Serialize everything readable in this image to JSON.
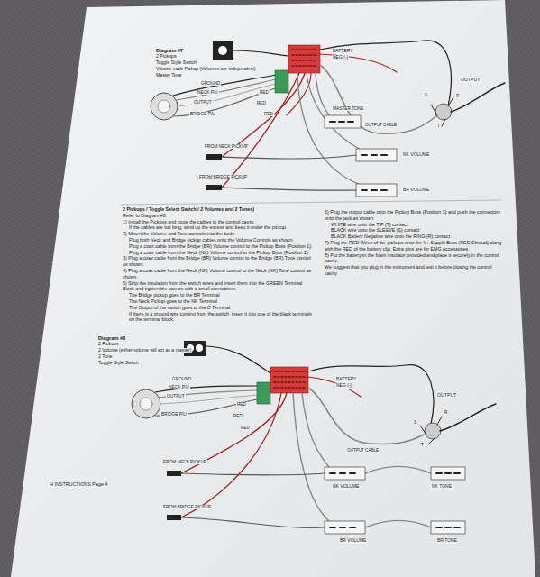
{
  "diagram": {
    "labels": [
      "Diagram #7",
      "2 Pickups",
      "Toggle Style Switch",
      "Volume each Pickup (Volumes are independent)",
      "Master Tone",
      "GROUND",
      "NECK P/U",
      "OUTPUT",
      "BRIDGE P/U",
      "RED",
      "RED",
      "RED",
      "BATTERY",
      "NEG (-)",
      "MASTER TONE",
      "OUTPUT CABLE",
      "OUTPUT",
      "S",
      "R",
      "T",
      "FROM NECK PICKUP",
      "NK VOLUME",
      "FROM BRIDGE PICKUP",
      "BR VOLUME",
      "2 Pickups / Toggle Select Switch / 2 Volumes and 2 Tones)",
      "Refer to Diagram #8",
      "1) Install the Pickups and route the cables to the control cavity.",
      "If the cables are too long, wind up the excess and keep it under the pickup.",
      "2) Mount the Volume and Tone controls into the body.",
      "Plug both Neck and Bridge pickup cables onto the Volume Controls as shown.",
      "Plug a coax cable from the Bridge (BR) Volume control to the Pickup Buss (Position 1).",
      "Plug a coax cable from the Neck (NK) Volume control to the Pickup Buss (Position 2).",
      "3) Plug a coax cable from the Bridge (BR) Volume control to the Bridge (BR) Tone control as shown.",
      "4) Plug a coax cable from the Neck (NK) Volume control to the Neck (NK) Tone control as shown.",
      "5) Strip the insulation from the switch wires and insert them into the GREEN Terminal Block and tighten the screws with a small screwdriver.",
      "The Bridge pickup goes to the BR Terminal",
      "The Neck Pickup goes to the NK Terminal",
      "The Output of the switch goes to the O Terminal",
      "If there is a ground wire coming from the switch, insert it into one of the black terminals on the terminal block.",
      "6) Plug the output cable onto the Pickup Buss (Position 3) and push the connectors onto the jack as shown:",
      "WHITE wire onto the TIP (T) contact.",
      "BLACK wire onto the SLEEVE (S) contact",
      "BLACK Battery Negative wire onto the RING (R) contact.",
      "7) Plug the RED Wires of the pickups onto the V+ Supply Buss (RED Shroud) along with the RED of the battery clip. Extra pins are for EMG Accessories.",
      "8) Put the battery in the foam insulator provided and place it securely in the control cavity.",
      "We suggest that you plug in the instrument and test it before closing the control cavity.",
      "Diagram #8",
      "2 Pickups",
      "2 Volume (either volume will act as a master)",
      "2 Tone",
      "Toggle Style Switch",
      "GROUND",
      "NECK P/U",
      "OUTPUT",
      "BRIDGE P/U",
      "RED",
      "RED",
      "RED",
      "BATTERY",
      "NEG (-)",
      "OUTPUT",
      "S",
      "R",
      "T",
      "OUTPUT CABLE",
      "FROM NECK PICKUP",
      "NK VOLUME",
      "NK TONE",
      "FROM BRIDGE PICKUP",
      "BR VOLUME",
      "BR TONE",
      "H INSTRUCTIONS Page 4"
    ]
  }
}
